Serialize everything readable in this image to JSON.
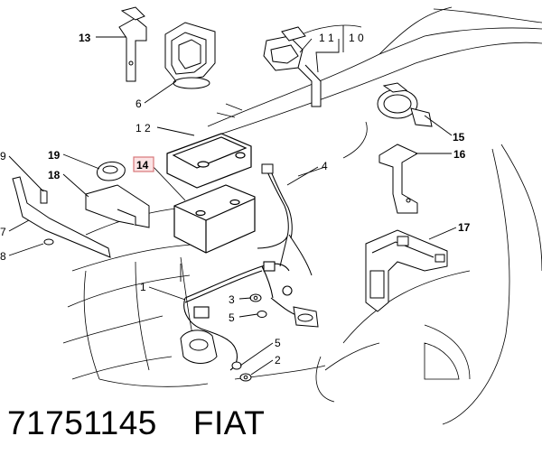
{
  "callouts": {
    "c13": "13",
    "c6": "6",
    "c11": "1 1",
    "c10": "1 0",
    "c12": "1 2",
    "c14": "14",
    "c9": "9",
    "c19": "19",
    "c18": "18",
    "c7": "7",
    "c8": "8",
    "c15": "15",
    "c16": "16",
    "c4": "4",
    "c17": "17",
    "c1": "1",
    "c3": "3",
    "c5a": "5",
    "c5b": "5",
    "c2": "2"
  },
  "caption": {
    "part_number": "71751145",
    "brand": "FIAT"
  },
  "colors": {
    "line": "#000000",
    "highlight_box": "#d9777a",
    "highlight_fill": "#fbe3e4"
  }
}
